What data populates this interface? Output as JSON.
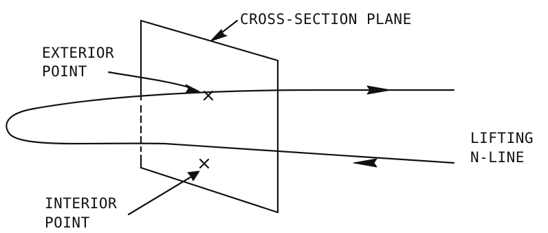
{
  "labels": {
    "plane": "CROSS-SECTION PLANE",
    "exterior_line1": "EXTERIOR",
    "exterior_line2": "POINT",
    "interior_line1": "INTERIOR",
    "interior_line2": "POINT",
    "lifting_line1": "LIFTING",
    "lifting_line2": "N-LINE"
  },
  "colors": {
    "ink": "#111111",
    "background": "#ffffff"
  },
  "markers": {
    "exterior": "cross-mark",
    "interior": "cross-mark"
  }
}
